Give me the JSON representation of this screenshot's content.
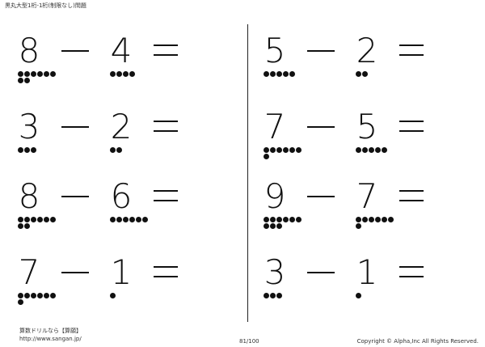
{
  "header": {
    "title": "黒丸大型1桁-1桁(制限なし)問題"
  },
  "problems": [
    {
      "a": "8",
      "b": "4"
    },
    {
      "a": "3",
      "b": "2"
    },
    {
      "a": "8",
      "b": "6"
    },
    {
      "a": "7",
      "b": "1"
    },
    {
      "a": "5",
      "b": "2"
    },
    {
      "a": "7",
      "b": "5"
    },
    {
      "a": "9",
      "b": "7"
    },
    {
      "a": "3",
      "b": "1"
    }
  ],
  "footer": {
    "site_name": "算数ドリルなら【算願】",
    "url": "http://www.sangan.jp/",
    "page": "81/100",
    "copyright": "Copyright © Alpha,Inc All Rights Reserved."
  }
}
